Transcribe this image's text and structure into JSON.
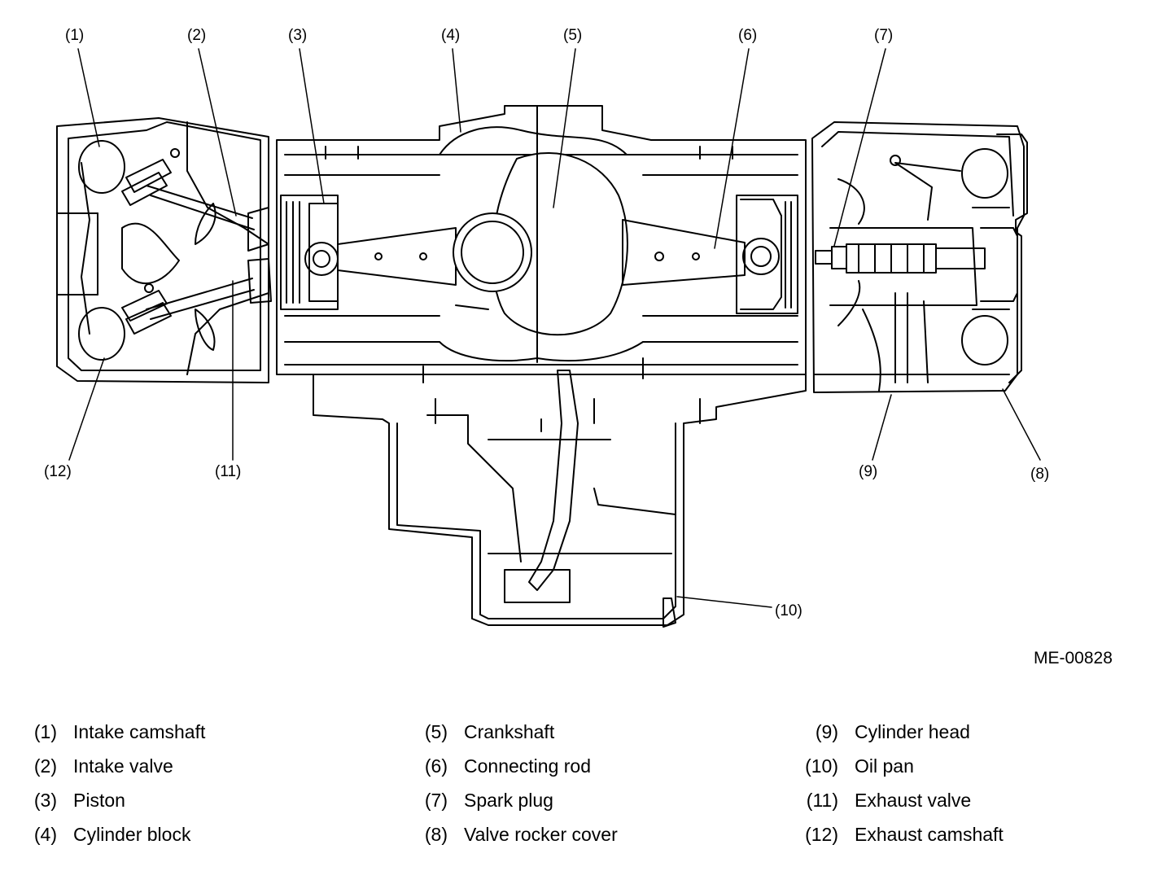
{
  "callouts": [
    "(1)",
    "(2)",
    "(3)",
    "(4)",
    "(5)",
    "(6)",
    "(7)",
    "(8)",
    "(9)",
    "(10)",
    "(11)",
    "(12)"
  ],
  "drawing_id": "ME-00828",
  "legend": {
    "col1": [
      {
        "num": "(1)",
        "text": "Intake camshaft"
      },
      {
        "num": "(2)",
        "text": "Intake valve"
      },
      {
        "num": "(3)",
        "text": "Piston"
      },
      {
        "num": "(4)",
        "text": "Cylinder block"
      }
    ],
    "col2": [
      {
        "num": "(5)",
        "text": "Crankshaft"
      },
      {
        "num": "(6)",
        "text": "Connecting rod"
      },
      {
        "num": "(7)",
        "text": "Spark plug"
      },
      {
        "num": "(8)",
        "text": "Valve rocker cover"
      }
    ],
    "col3": [
      {
        "num": "(9)",
        "text": "Cylinder head"
      },
      {
        "num": "(10)",
        "text": "Oil pan"
      },
      {
        "num": "(11)",
        "text": "Exhaust valve"
      },
      {
        "num": "(12)",
        "text": "Exhaust camshaft"
      }
    ]
  }
}
